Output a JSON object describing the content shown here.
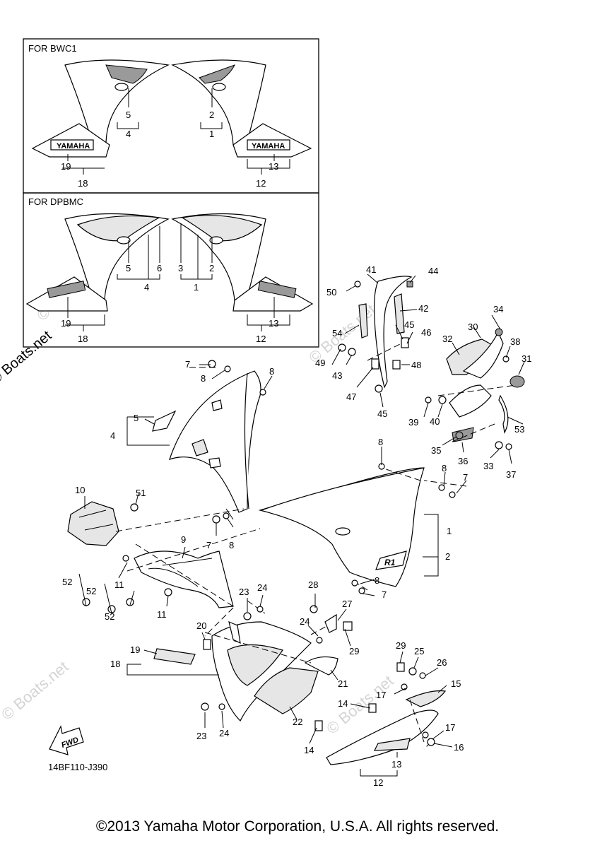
{
  "diagram": {
    "inset_bwc1_title": "FOR BWC1",
    "inset_dpbmc_title": "FOR DPBMC",
    "yamaha_logo": "YAMAHA",
    "r1_decal": "R1",
    "fwd_label": "FWD",
    "figure_code": "14BF110-J390",
    "watermark": "© Boats.net",
    "side_watermark": "© Boats.net",
    "copyright": "©2013 Yamaha Motor Corporation, U.S.A. All rights reserved."
  },
  "callouts": [
    {
      "label": "5"
    },
    {
      "label": "4"
    },
    {
      "label": "2"
    },
    {
      "label": "1"
    },
    {
      "label": "19"
    },
    {
      "label": "18"
    },
    {
      "label": "13"
    },
    {
      "label": "12"
    },
    {
      "label": "5"
    },
    {
      "label": "6"
    },
    {
      "label": "4"
    },
    {
      "label": "3"
    },
    {
      "label": "2"
    },
    {
      "label": "1"
    },
    {
      "label": "19"
    },
    {
      "label": "18"
    },
    {
      "label": "13"
    },
    {
      "label": "12"
    },
    {
      "label": "41"
    },
    {
      "label": "44"
    },
    {
      "label": "50"
    },
    {
      "label": "42"
    },
    {
      "label": "34"
    },
    {
      "label": "54"
    },
    {
      "label": "45"
    },
    {
      "label": "46"
    },
    {
      "label": "30"
    },
    {
      "label": "32"
    },
    {
      "label": "38"
    },
    {
      "label": "49"
    },
    {
      "label": "43"
    },
    {
      "label": "48"
    },
    {
      "label": "31"
    },
    {
      "label": "47"
    },
    {
      "label": "45"
    },
    {
      "label": "39"
    },
    {
      "label": "40"
    },
    {
      "label": "53"
    },
    {
      "label": "35"
    },
    {
      "label": "36"
    },
    {
      "label": "33"
    },
    {
      "label": "37"
    },
    {
      "label": "7"
    },
    {
      "label": "8"
    },
    {
      "label": "8"
    },
    {
      "label": "5"
    },
    {
      "label": "4"
    },
    {
      "label": "8"
    },
    {
      "label": "8"
    },
    {
      "label": "7"
    },
    {
      "label": "10"
    },
    {
      "label": "51"
    },
    {
      "label": "7"
    },
    {
      "label": "8"
    },
    {
      "label": "1"
    },
    {
      "label": "9"
    },
    {
      "label": "2"
    },
    {
      "label": "52"
    },
    {
      "label": "52"
    },
    {
      "label": "11"
    },
    {
      "label": "8"
    },
    {
      "label": "7"
    },
    {
      "label": "11"
    },
    {
      "label": "52"
    },
    {
      "label": "23"
    },
    {
      "label": "24"
    },
    {
      "label": "28"
    },
    {
      "label": "27"
    },
    {
      "label": "20"
    },
    {
      "label": "24"
    },
    {
      "label": "29"
    },
    {
      "label": "19"
    },
    {
      "label": "18"
    },
    {
      "label": "21"
    },
    {
      "label": "29"
    },
    {
      "label": "25"
    },
    {
      "label": "26"
    },
    {
      "label": "17"
    },
    {
      "label": "15"
    },
    {
      "label": "14"
    },
    {
      "label": "23"
    },
    {
      "label": "24"
    },
    {
      "label": "22"
    },
    {
      "label": "17"
    },
    {
      "label": "14"
    },
    {
      "label": "16"
    },
    {
      "label": "13"
    },
    {
      "label": "12"
    }
  ]
}
